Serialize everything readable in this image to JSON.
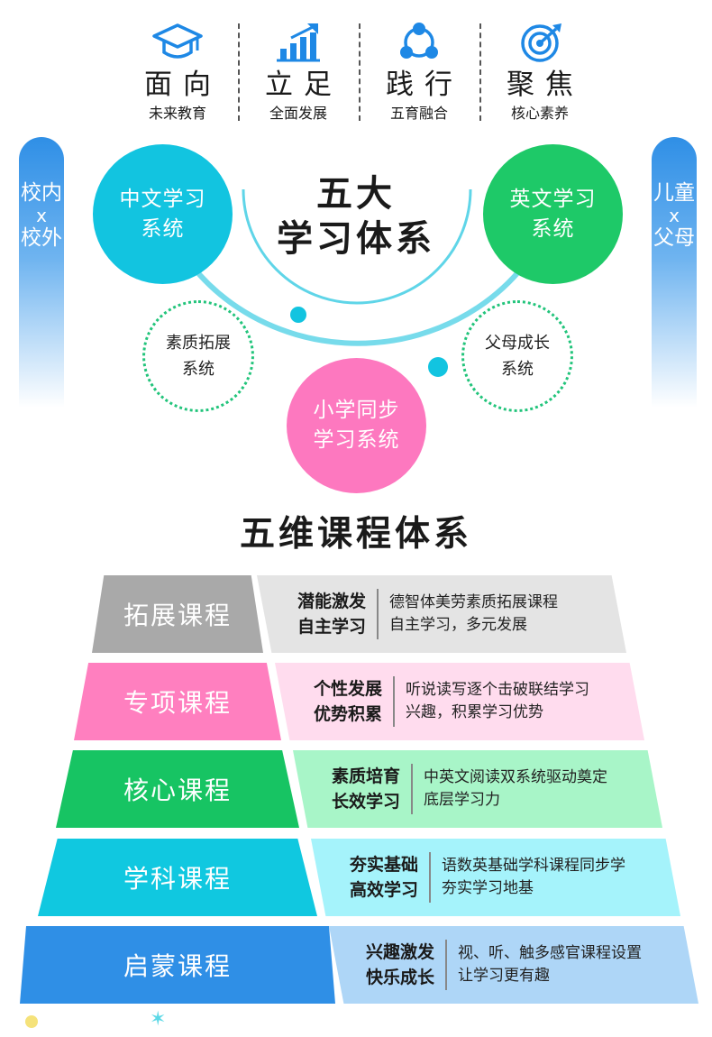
{
  "pillars": [
    {
      "title": "面向",
      "subtitle": "未来教育",
      "icon": "graduation-cap-icon"
    },
    {
      "title": "立足",
      "subtitle": "全面发展",
      "icon": "bar-chart-growth-icon"
    },
    {
      "title": "践行",
      "subtitle": "五育融合",
      "icon": "network-nodes-icon"
    },
    {
      "title": "聚焦",
      "subtitle": "核心素养",
      "icon": "target-icon"
    }
  ],
  "banners": {
    "left": {
      "top": "校内",
      "x": "x",
      "bottom": "校外"
    },
    "right": {
      "top": "儿童",
      "x": "x",
      "bottom": "父母"
    }
  },
  "systems": {
    "title_line1": "五大",
    "title_line2": "学习体系",
    "chinese": {
      "line1": "中文学习",
      "line2": "系统"
    },
    "english": {
      "line1": "英文学习",
      "line2": "系统"
    },
    "quality": {
      "line1": "素质拓展",
      "line2": "系统"
    },
    "parent": {
      "line1": "父母成长",
      "line2": "系统"
    },
    "primary": {
      "line1": "小学同步",
      "line2": "学习系统"
    }
  },
  "courses": {
    "title": "五维课程体系",
    "tiers": [
      {
        "name": "拓展课程",
        "kw1": "潜能激发",
        "kw2": "自主学习",
        "desc1": "德智体美劳素质拓展课程",
        "desc2": "自主学习，多元发展"
      },
      {
        "name": "专项课程",
        "kw1": "个性发展",
        "kw2": "优势积累",
        "desc1": "听说读写逐个击破联结学习",
        "desc2": "兴趣，积累学习优势"
      },
      {
        "name": "核心课程",
        "kw1": "素质培育",
        "kw2": "长效学习",
        "desc1": "中英文阅读双系统驱动奠定",
        "desc2": "底层学习力"
      },
      {
        "name": "学科课程",
        "kw1": "夯实基础",
        "kw2": "高效学习",
        "desc1": "语数英基础学科课程同步学",
        "desc2": "夯实学习地基"
      },
      {
        "name": "启蒙课程",
        "kw1": "兴趣激发",
        "kw2": "快乐成长",
        "desc1": "视、听、触多感官课程设置",
        "desc2": "让学习更有趣"
      }
    ]
  },
  "colors": {
    "icon_blue": "#1e88e5",
    "tier_left": [
      "#a9a9a9",
      "#ff7fbf",
      "#17c463",
      "#10c8e0",
      "#2f8fe6"
    ],
    "tier_right": [
      "#e4e4e4",
      "#ffdcee",
      "#a8f5c8",
      "#a5f3fb",
      "#aed6f7"
    ]
  }
}
